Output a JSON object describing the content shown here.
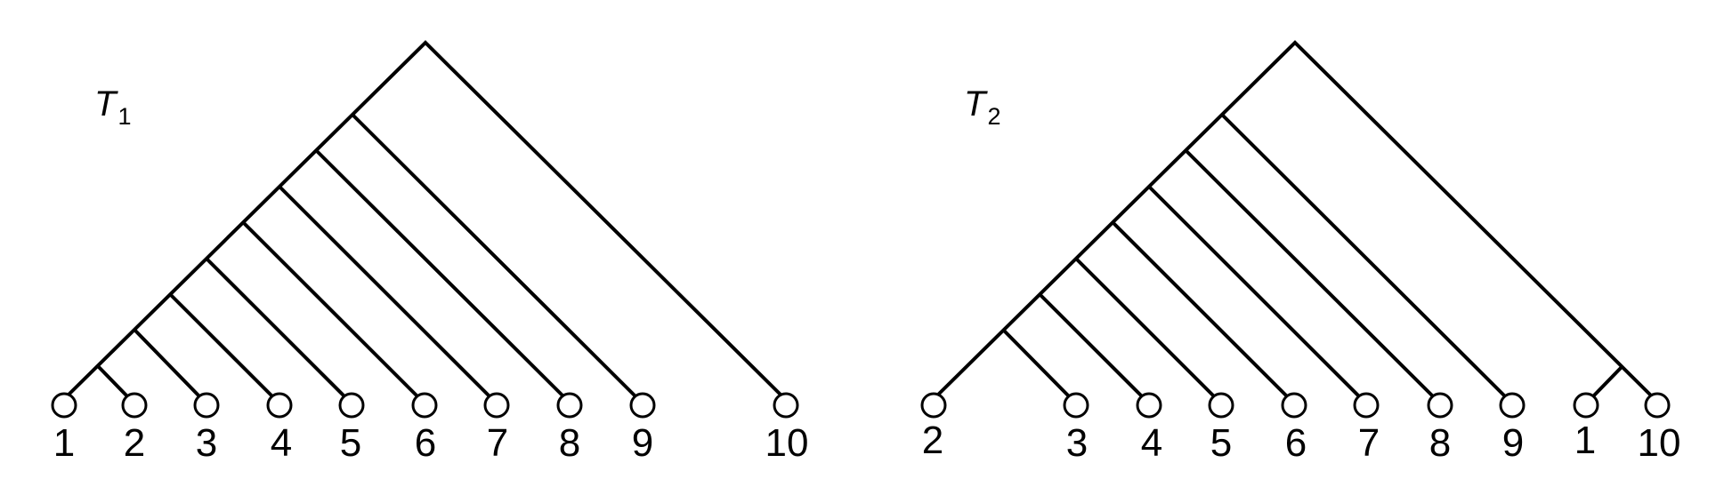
{
  "trees": [
    {
      "name": "T",
      "subscript": "1",
      "leaf_labels": [
        "1",
        "2",
        "3",
        "4",
        "5",
        "6",
        "7",
        "8",
        "9",
        "10"
      ]
    },
    {
      "name": "T",
      "subscript": "2",
      "leaf_labels": [
        "2",
        "3",
        "4",
        "5",
        "6",
        "7",
        "8",
        "9",
        "1",
        "10"
      ]
    }
  ],
  "colors": {
    "line": "#000000",
    "background": "#ffffff"
  }
}
